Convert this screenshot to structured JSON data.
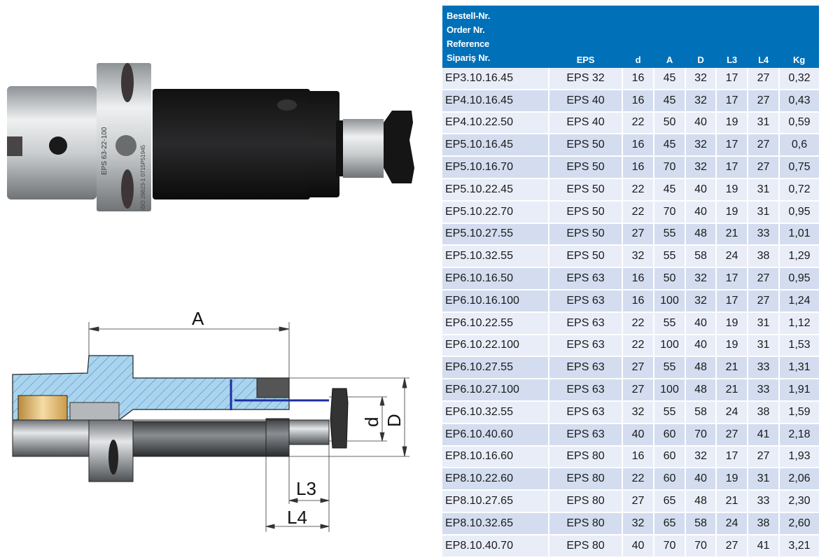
{
  "photo": {
    "engraving_model": "EPS 63-22-100",
    "engraving_standard": "ISO 26623-1  0715P51945"
  },
  "drawing": {
    "labels": {
      "A": "A",
      "d": "d",
      "D": "D",
      "L3": "L3",
      "L4": "L4"
    }
  },
  "table": {
    "header": {
      "order_lines": [
        "Bestell-Nr.",
        "Order Nr.",
        "Reference",
        "Sipariş Nr."
      ],
      "columns": [
        "EPS",
        "d",
        "A",
        "D",
        "L3",
        "L4",
        "Kg"
      ]
    },
    "rows": [
      [
        "EP3.10.16.45",
        "EPS 32",
        "16",
        "45",
        "32",
        "17",
        "27",
        "0,32"
      ],
      [
        "EP4.10.16.45",
        "EPS 40",
        "16",
        "45",
        "32",
        "17",
        "27",
        "0,43"
      ],
      [
        "EP4.10.22.50",
        "EPS 40",
        "22",
        "50",
        "40",
        "19",
        "31",
        "0,59"
      ],
      [
        "EP5.10.16.45",
        "EPS 50",
        "16",
        "45",
        "32",
        "17",
        "27",
        "0,6"
      ],
      [
        "EP5.10.16.70",
        "EPS 50",
        "16",
        "70",
        "32",
        "17",
        "27",
        "0,75"
      ],
      [
        "EP5.10.22.45",
        "EPS 50",
        "22",
        "45",
        "40",
        "19",
        "31",
        "0,72"
      ],
      [
        "EP5.10.22.70",
        "EPS 50",
        "22",
        "70",
        "40",
        "19",
        "31",
        "0,95"
      ],
      [
        "EP5.10.27.55",
        "EPS 50",
        "27",
        "55",
        "48",
        "21",
        "33",
        "1,01"
      ],
      [
        "EP5.10.32.55",
        "EPS 50",
        "32",
        "55",
        "58",
        "24",
        "38",
        "1,29"
      ],
      [
        "EP6.10.16.50",
        "EPS 63",
        "16",
        "50",
        "32",
        "17",
        "27",
        "0,95"
      ],
      [
        "EP6.10.16.100",
        "EPS 63",
        "16",
        "100",
        "32",
        "17",
        "27",
        "1,24"
      ],
      [
        "EP6.10.22.55",
        "EPS 63",
        "22",
        "55",
        "40",
        "19",
        "31",
        "1,12"
      ],
      [
        "EP6.10.22.100",
        "EPS 63",
        "22",
        "100",
        "40",
        "19",
        "31",
        "1,53"
      ],
      [
        "EP6.10.27.55",
        "EPS 63",
        "27",
        "55",
        "48",
        "21",
        "33",
        "1,31"
      ],
      [
        "EP6.10.27.100",
        "EPS 63",
        "27",
        "100",
        "48",
        "21",
        "33",
        "1,91"
      ],
      [
        "EP6.10.32.55",
        "EPS 63",
        "32",
        "55",
        "58",
        "24",
        "38",
        "1,59"
      ],
      [
        "EP6.10.40.60",
        "EPS 63",
        "40",
        "60",
        "70",
        "27",
        "41",
        "2,18"
      ],
      [
        "EP8.10.16.60",
        "EPS 80",
        "16",
        "60",
        "32",
        "17",
        "27",
        "1,93"
      ],
      [
        "EP8.10.22.60",
        "EPS 80",
        "22",
        "60",
        "40",
        "19",
        "31",
        "2,06"
      ],
      [
        "EP8.10.27.65",
        "EPS 80",
        "27",
        "65",
        "48",
        "21",
        "33",
        "2,30"
      ],
      [
        "EP8.10.32.65",
        "EPS 80",
        "32",
        "65",
        "58",
        "24",
        "38",
        "2,60"
      ],
      [
        "EP8.10.40.70",
        "EPS 80",
        "40",
        "70",
        "70",
        "27",
        "41",
        "3,21"
      ]
    ]
  },
  "colors": {
    "header_bg": "#0070b8",
    "row_light": "#e9edf8",
    "row_dark": "#d3ddef"
  }
}
